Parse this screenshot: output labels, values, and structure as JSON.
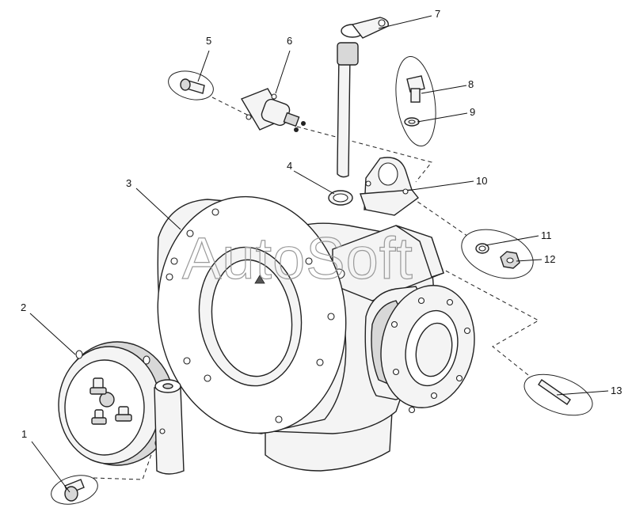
{
  "watermark": "AutoSoft",
  "callouts": {
    "c1": "1",
    "c2": "2",
    "c3": "3",
    "c4": "4",
    "c5": "5",
    "c6": "6",
    "c7": "7",
    "c8": "8",
    "c9": "9",
    "c10": "10",
    "c11": "11",
    "c12": "12",
    "c13": "13"
  }
}
